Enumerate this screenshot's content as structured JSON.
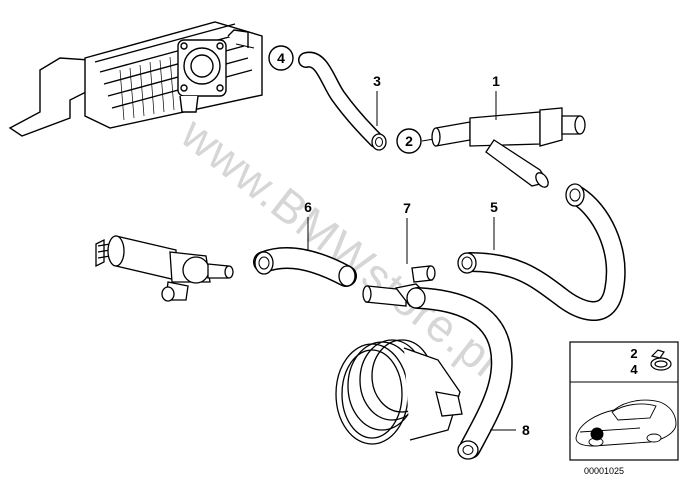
{
  "watermark": "www.BMWstore.pl",
  "callouts": [
    {
      "id": "1",
      "label": "1"
    },
    {
      "id": "2",
      "label": "2"
    },
    {
      "id": "3",
      "label": "3"
    },
    {
      "id": "4",
      "label": "4"
    },
    {
      "id": "5",
      "label": "5"
    },
    {
      "id": "6",
      "label": "6"
    },
    {
      "id": "7",
      "label": "7"
    },
    {
      "id": "8",
      "label": "8"
    }
  ],
  "inset": {
    "line1": "2",
    "line2": "4"
  },
  "diagram_code": "00001025"
}
